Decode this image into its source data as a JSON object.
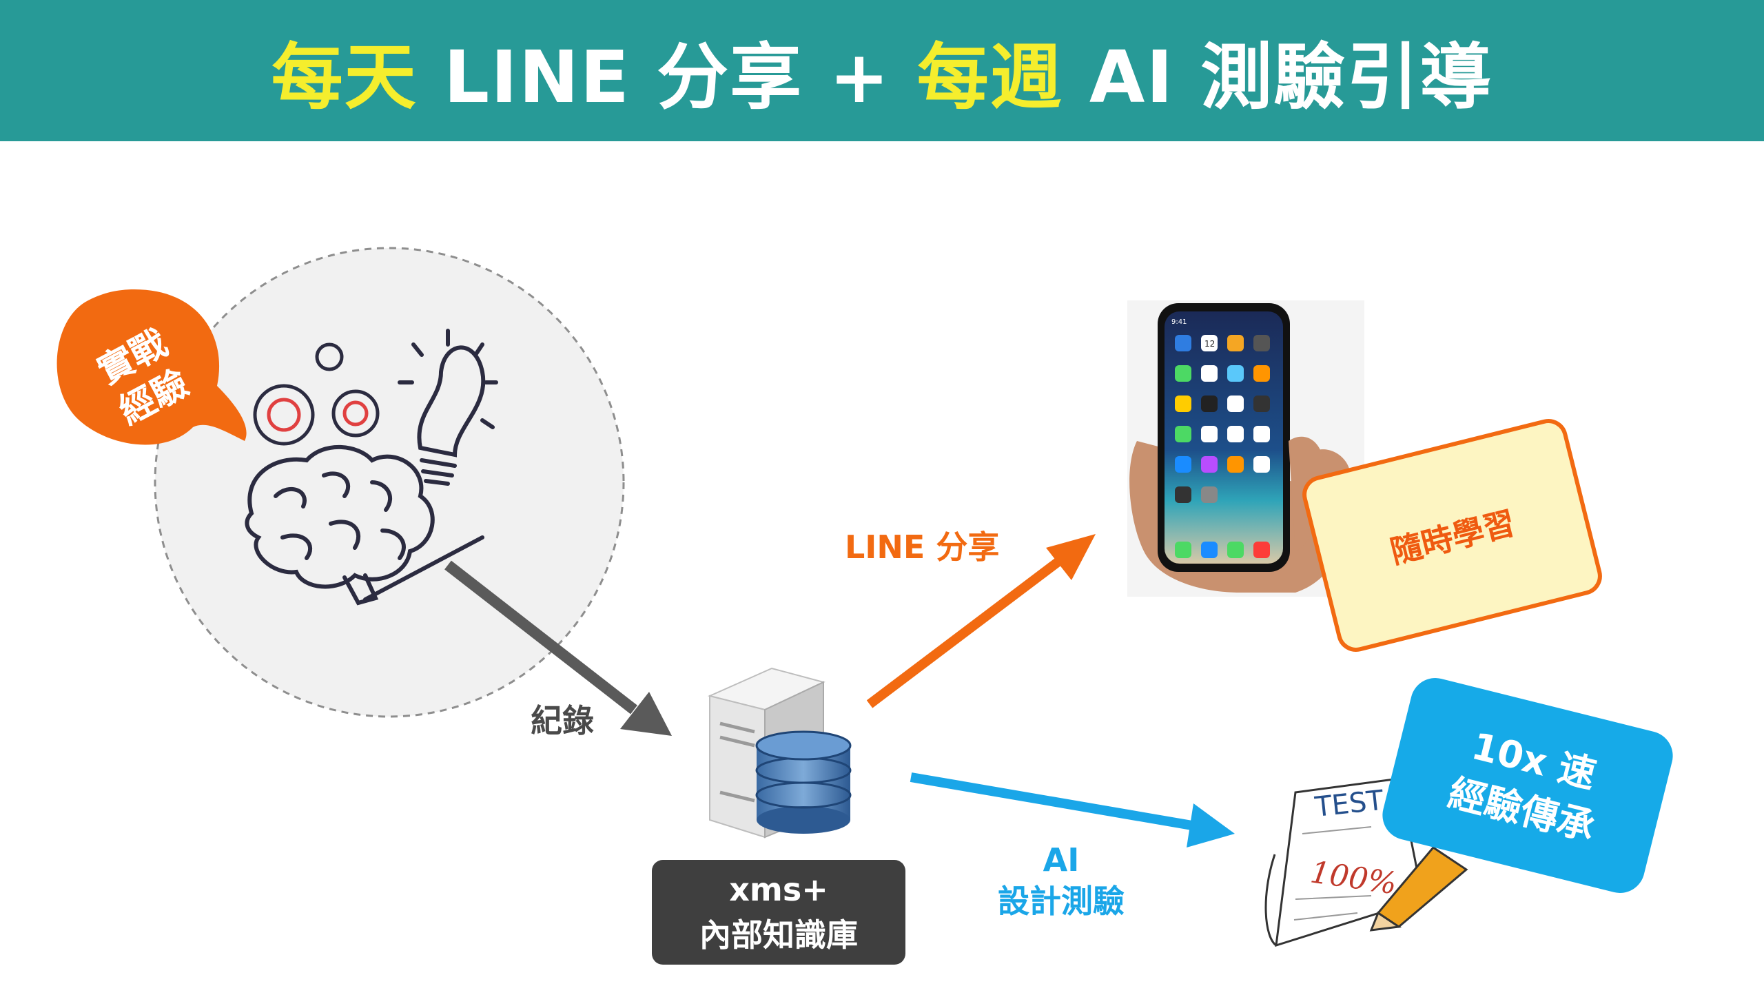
{
  "header": {
    "title_part1": "每天",
    "title_part2": " LINE 分享 + ",
    "title_part3": "每週",
    "title_part4": " AI 測驗引導"
  },
  "experience_bubble": {
    "line1": "實戰",
    "line2": "經驗"
  },
  "arrows": {
    "record_label": "紀錄",
    "line_label": "LINE 分享",
    "ai_label_line1": "AI",
    "ai_label_line2": "設計測驗"
  },
  "server": {
    "line1": "xms+",
    "line2": "內部知識庫"
  },
  "note_anytime": {
    "text": "隨時學習"
  },
  "note_speed": {
    "line1": "10x 速",
    "line2": "經驗傳承"
  },
  "test_paper": {
    "heading": "TEST",
    "score": "100%"
  },
  "phone": {
    "time": "9:41",
    "calendar_day": "12"
  },
  "colors": {
    "header_bg": "#279a97",
    "title_highlight": "#f5ee2d",
    "orange": "#f26a11",
    "blue": "#1aa6e8",
    "dark_box": "#3f3f3f"
  }
}
